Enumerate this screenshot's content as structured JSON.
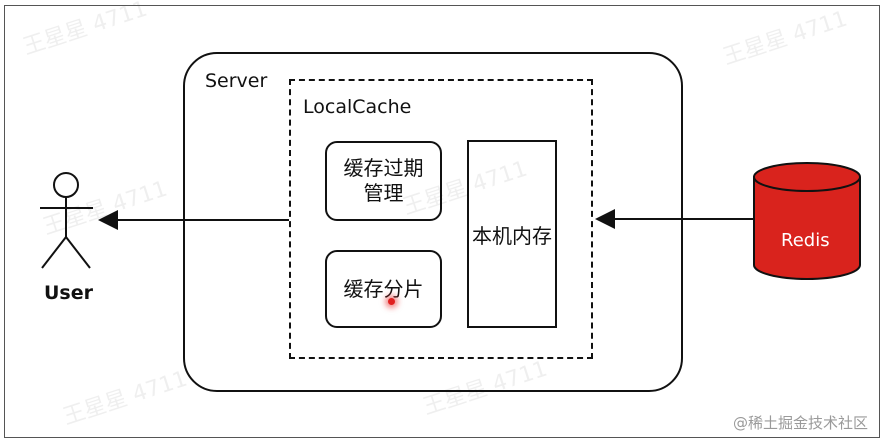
{
  "diagram": {
    "server": {
      "label": "Server"
    },
    "local_cache": {
      "label": "LocalCache"
    },
    "cache_expiry": {
      "label": "缓存过期管理"
    },
    "cache_sharding": {
      "label": "缓存分片"
    },
    "local_memory": {
      "label": "本机内存"
    },
    "user": {
      "label": "User"
    },
    "redis": {
      "label": "Redis",
      "color": "#d9231d"
    },
    "edges": [
      {
        "from": "Server",
        "to": "User"
      },
      {
        "from": "Redis",
        "to": "Server"
      }
    ]
  },
  "watermark": {
    "text": "王星星 4711"
  },
  "credit": {
    "text": "@稀土掘金技术社区"
  }
}
